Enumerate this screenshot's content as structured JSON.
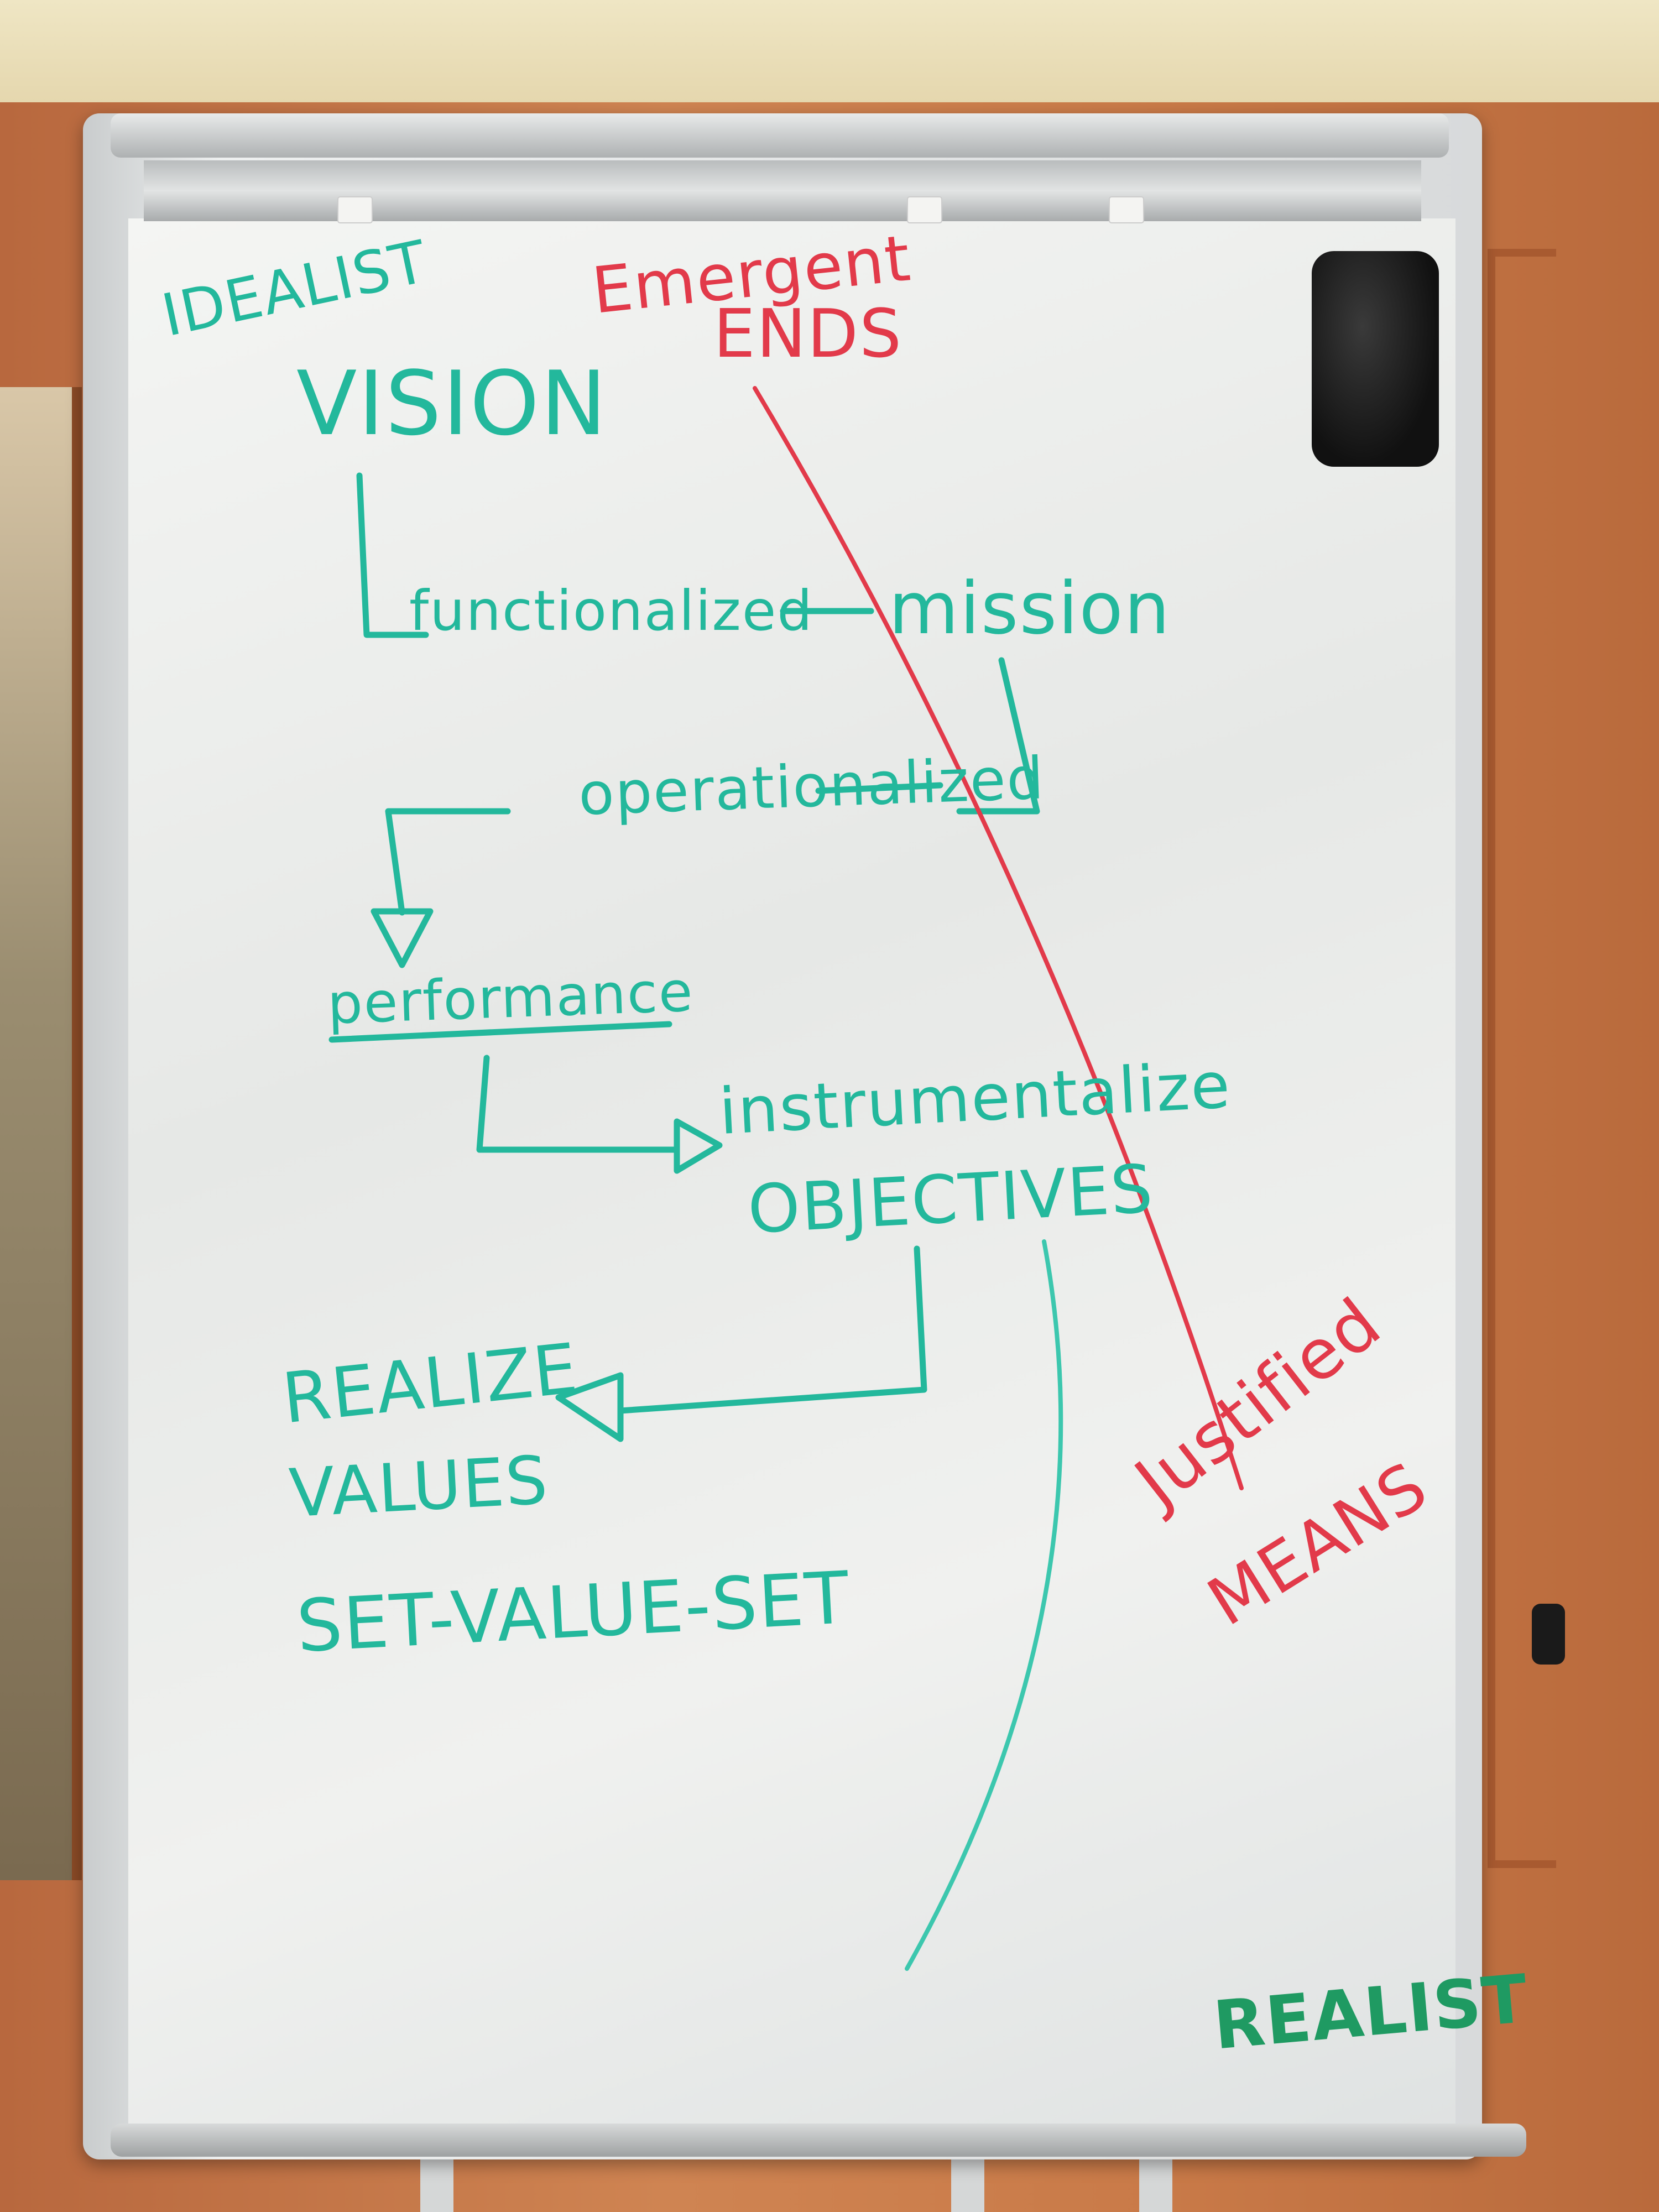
{
  "board": {
    "top_left_label": "IDEALIST",
    "emergent_ends": [
      "Emergent",
      "ENDS"
    ],
    "flow": {
      "vision": "VISION",
      "functionalized": "functionalized",
      "mission": "mission",
      "operationalized": "operationalized",
      "performance": "performance",
      "instrumentalize": "instrumentalize",
      "objectives": "OBJECTIVES",
      "realize": "REALIZE",
      "values": "VALUES",
      "set_value_set": "SET-VALUE-SET"
    },
    "justified_means": [
      "Justified",
      "MEANS"
    ],
    "bottom_right_label": "REALIST"
  },
  "colors": {
    "teal_marker": "#23b89c",
    "red_marker": "#e23a4a",
    "green_marker": "#1f9a62",
    "board": "#eeefed",
    "wall": "#c97a48"
  }
}
